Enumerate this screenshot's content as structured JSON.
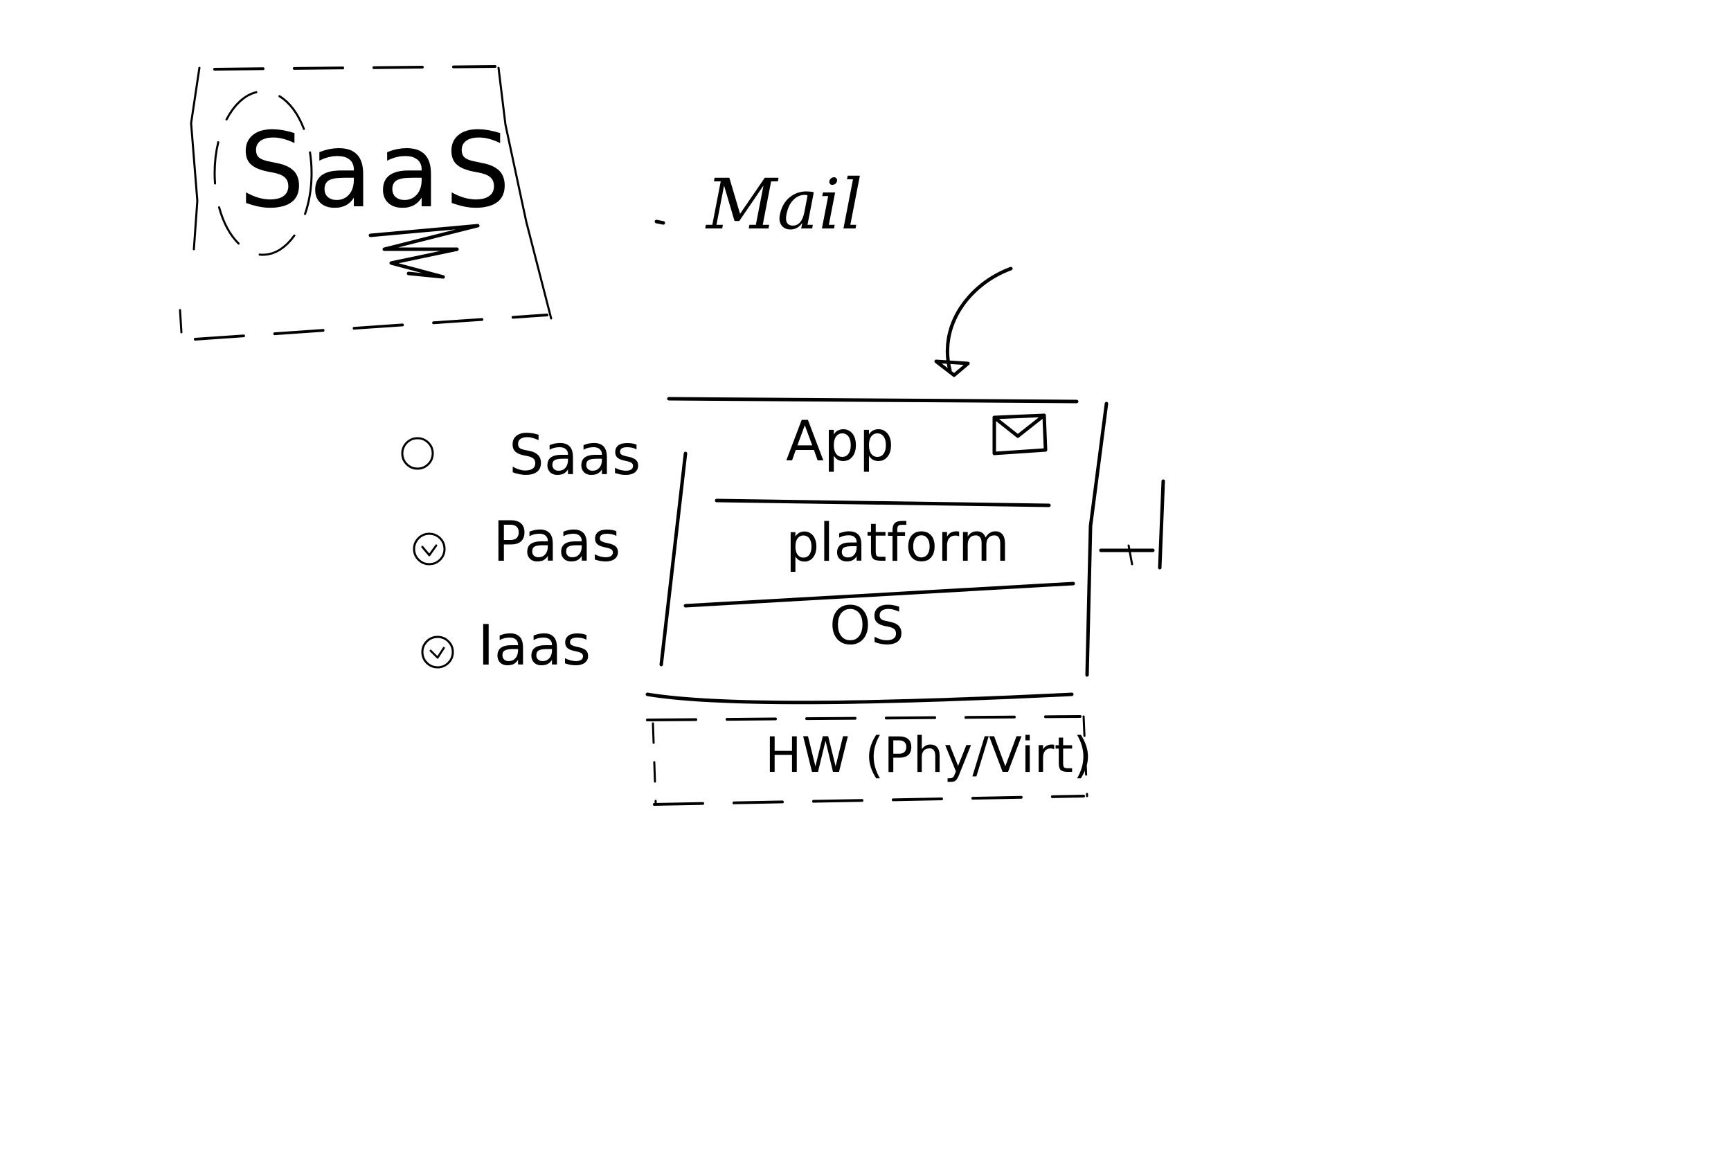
{
  "logo": {
    "text": "SaaS"
  },
  "annotations": {
    "mail": "Mail"
  },
  "service_models": [
    {
      "label": "Saas"
    },
    {
      "label": "Paas"
    },
    {
      "label": "Iaas"
    }
  ],
  "stack": {
    "layers": [
      {
        "label": "App"
      },
      {
        "label": "platform"
      },
      {
        "label": "OS"
      }
    ],
    "hardware": "HW (Phy/Virt)"
  },
  "icons": {
    "mail": "envelope-icon",
    "arrow": "curved-arrow-icon",
    "bullet": "circle-bullet-icon"
  }
}
